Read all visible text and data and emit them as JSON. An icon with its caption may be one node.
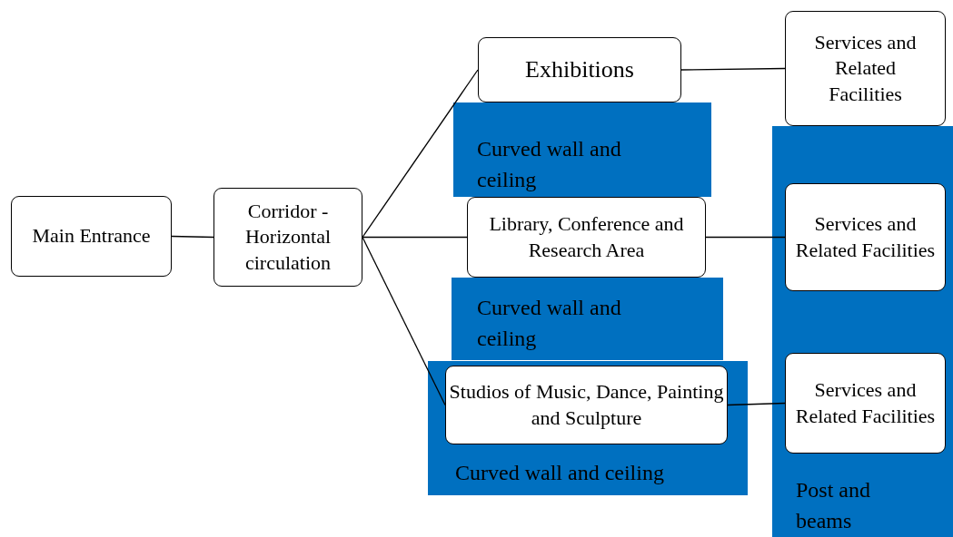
{
  "diagram": {
    "nodes": [
      {
        "text": [
          "Main Entrance"
        ]
      },
      {
        "text": [
          "Corridor - Horizontal circulation"
        ]
      },
      {
        "text": [
          "Exhibitions"
        ]
      },
      {
        "text": [
          "Services and Related Facilities"
        ]
      },
      {
        "text": [
          "Curved wall and ceiling"
        ]
      },
      {
        "text": [
          "Library, Conference and Research Area"
        ]
      },
      {
        "text": [
          "Services and Related Facilities"
        ],
        "in": 11
      },
      {
        "text": [
          "Curved wall and ceiling"
        ]
      },
      {
        "text": [
          "Studios of Music, Dance, Painting and Sculpture"
        ],
        "in": 10
      },
      {
        "text": [
          "Services and Related Facilities"
        ],
        "in": 11
      },
      {
        "text": [
          "Curved wall and ceiling"
        ]
      },
      {
        "text": [
          "Post and beams"
        ]
      }
    ],
    "edges": [
      {
        "from": 0,
        "to": 1,
        "arrow": "none"
      },
      {
        "from": 1,
        "to": 2,
        "arrow": "none"
      },
      {
        "from": 1,
        "to": 5,
        "arrow": "none"
      },
      {
        "from": 1,
        "to": 8,
        "arrow": "none"
      },
      {
        "from": 2,
        "to": 3,
        "arrow": "none"
      },
      {
        "from": 5,
        "to": 6,
        "arrow": "none"
      },
      {
        "from": 8,
        "to": 9,
        "arrow": "none"
      }
    ]
  }
}
